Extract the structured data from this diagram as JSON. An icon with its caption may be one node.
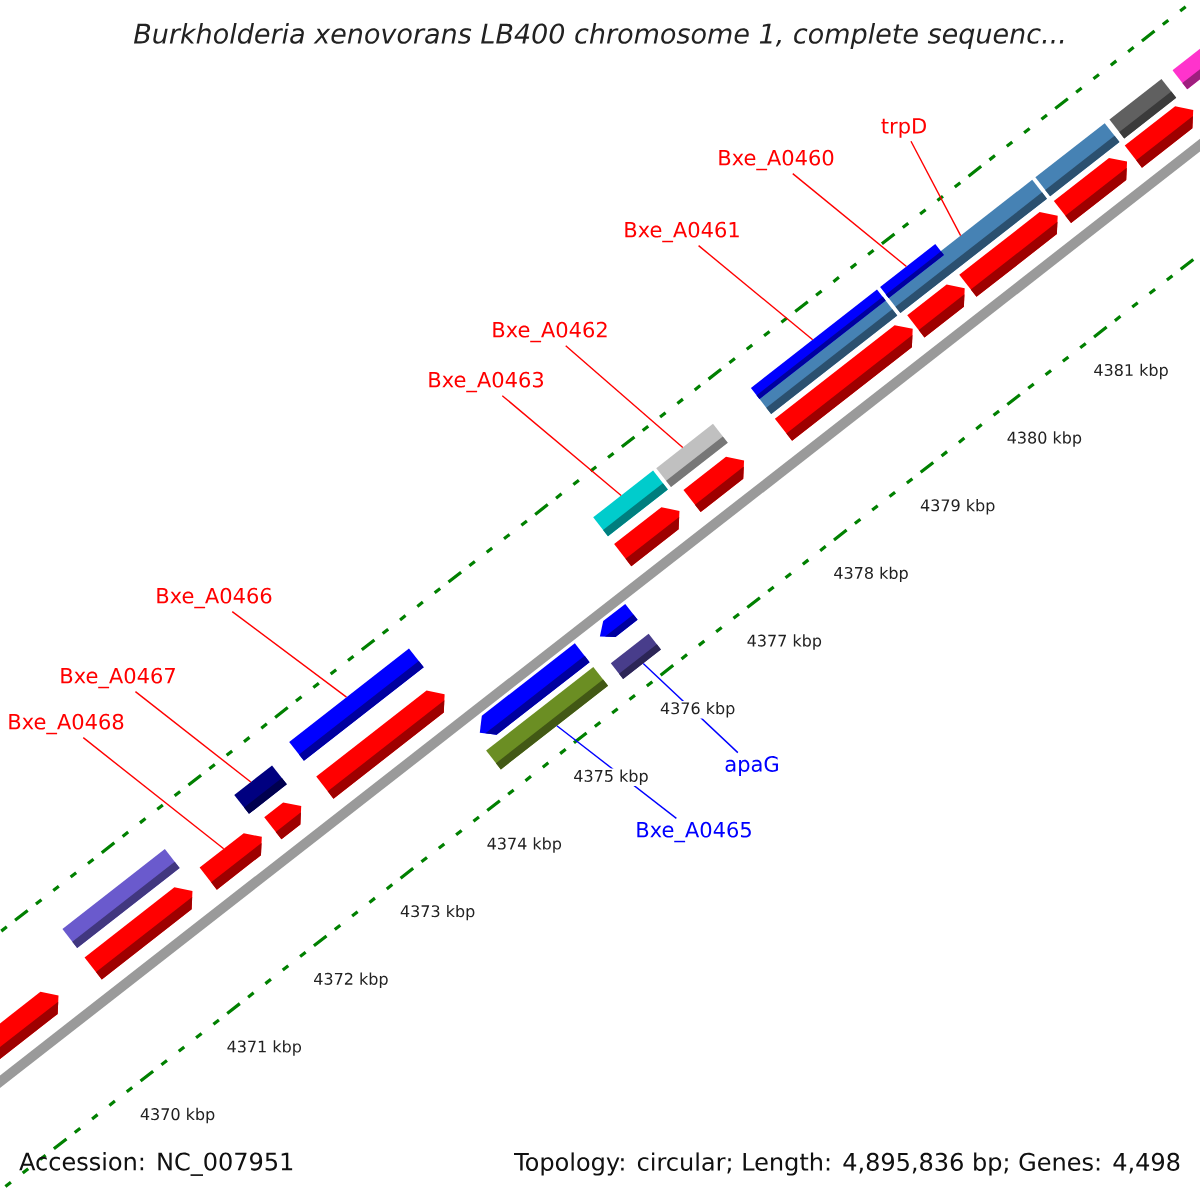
{
  "diagram": {
    "title": "Burkholderia xenovorans LB400 chromosome 1, complete sequenc...",
    "nodes": [
      {
        "text": [
          "trpD"
        ]
      },
      {
        "text": [
          "Bxe_A0460"
        ]
      },
      {
        "text": [
          "Bxe_A0461"
        ]
      },
      {
        "text": [
          "Bxe_A0462"
        ]
      },
      {
        "text": [
          "Bxe_A0463"
        ]
      },
      {
        "text": [
          "Bxe_A0466"
        ]
      },
      {
        "text": [
          "apaG"
        ]
      },
      {
        "text": [
          "Bxe_A0467"
        ]
      },
      {
        "text": [
          "Bxe_A0468"
        ]
      },
      {
        "text": [
          "Bxe_A0465"
        ]
      },
      {
        "text": [],
        "shape": "pentagon"
      },
      {
        "text": [],
        "shape": "bar"
      },
      {
        "text": [],
        "shape": "pentagon"
      },
      {
        "text": [],
        "shape": "pentagon"
      },
      {
        "text": [],
        "shape": "bar"
      },
      {
        "text": [],
        "shape": "pentagon"
      },
      {
        "text": [],
        "shape": "bar"
      },
      {
        "text": [],
        "shape": "pentagon"
      },
      {
        "text": [],
        "shape": "bar"
      },
      {
        "text": [],
        "shape": "pentagon"
      },
      {
        "text": [],
        "shape": "bar"
      },
      {
        "text": [],
        "shape": "pentagon"
      },
      {
        "text": [],
        "shape": "bar"
      },
      {
        "text": [],
        "shape": "pentagon"
      },
      {
        "text": [],
        "shape": "bar"
      },
      {
        "text": [],
        "shape": "pentagon"
      },
      {
        "text": [],
        "shape": "bar"
      },
      {
        "text": [],
        "shape": "bar"
      },
      {
        "text": [],
        "shape": "pentagon"
      },
      {
        "text": [],
        "shape": "bar"
      },
      {
        "text": [],
        "shape": "bar"
      },
      {
        "text": [],
        "shape": "pentagon"
      },
      {
        "text": [],
        "shape": "pentagon"
      },
      {
        "text": [],
        "shape": "bar"
      },
      {
        "text": [],
        "shape": "pentagon"
      },
      {
        "text": [],
        "shape": "bar"
      },
      {
        "text": [],
        "shape": "pentagon"
      },
      {
        "text": [],
        "shape": "bar"
      }
    ],
    "edges": [
      {
        "from": 0,
        "to": 29,
        "arrow": "none"
      },
      {
        "from": 1,
        "to": 30,
        "arrow": "none"
      },
      {
        "from": 2,
        "to": 27,
        "arrow": "none"
      },
      {
        "from": 3,
        "to": 24,
        "arrow": "none"
      },
      {
        "from": 4,
        "to": 22,
        "arrow": "none"
      },
      {
        "from": 5,
        "to": 16,
        "arrow": "none"
      },
      {
        "from": 6,
        "to": 20,
        "arrow": "none",
        "color": "#0000ff"
      },
      {
        "from": 7,
        "to": 14,
        "arrow": "none"
      },
      {
        "from": 8,
        "to": 13,
        "arrow": "none"
      },
      {
        "from": 9,
        "to": 18,
        "arrow": "none",
        "color": "#0000ff"
      }
    ],
    "labels": [
      "4381 kbp",
      "4380 kbp",
      "4379 kbp",
      "4378 kbp",
      "4377 kbp",
      "4376 kbp",
      "4375 kbp",
      "4374 kbp",
      "4373 kbp",
      "4372 kbp",
      "4371 kbp",
      "4370 kbp",
      "Accession: NC_007951",
      "Topology: circular; Length: 4,895,836 bp; Genes: 4,498"
    ]
  }
}
